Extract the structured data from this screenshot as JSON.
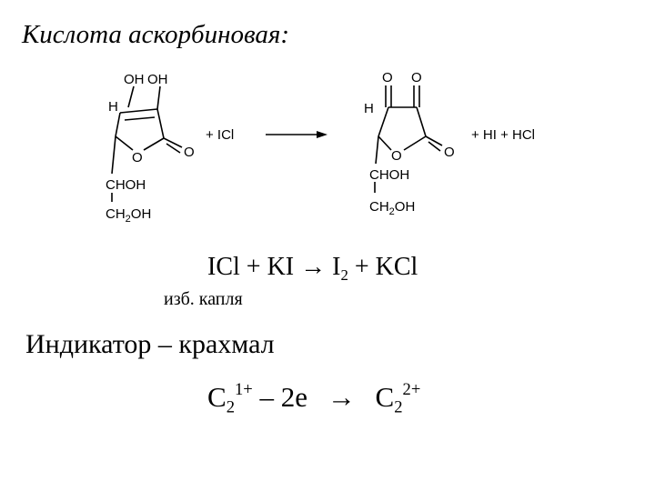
{
  "title": "Кислота аскорбиновая:",
  "reaction": {
    "reactant": {
      "oh1": "OH",
      "oh2": "OH",
      "h": "H",
      "ring_o": "O",
      "carbonyl_o": "O",
      "chain1": "CHOH",
      "chain2_prefix": "CH",
      "chain2_sub": "2",
      "chain2_suffix": "OH"
    },
    "reagent": "+ ICl",
    "product": {
      "o1": "O",
      "o2": "O",
      "h": "H",
      "ring_o": "O",
      "carbonyl_o": "O",
      "chain1": "CHOH",
      "chain2_prefix": "CH",
      "chain2_sub": "2",
      "chain2_suffix": "OH"
    },
    "byproducts": "+ HI + HCl"
  },
  "equation1": {
    "left": "ICl + KI ",
    "arrow": "→",
    "i": " I",
    "i_sub": "2",
    "right": " + KCl"
  },
  "note": "изб. капля",
  "indicator": "Индикатор – крахмал",
  "equation2": {
    "c1": "C",
    "c1_sub": "2",
    "c1_sup": "1+",
    "minus": " – 2e ",
    "arrow": "→",
    "c2": " C",
    "c2_sub": "2",
    "c2_sup": "2+"
  }
}
